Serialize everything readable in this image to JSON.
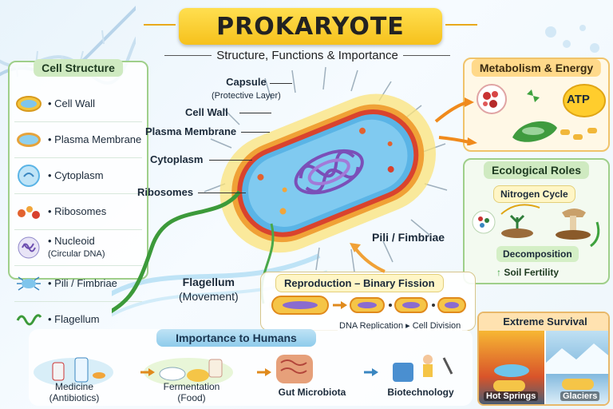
{
  "title": "PROKARYOTE",
  "subtitle": "Structure, Functions & Importance",
  "cell_structure": {
    "heading": "Cell Structure",
    "items": [
      {
        "label": "Cell Wall",
        "sub": ""
      },
      {
        "label": "Plasma Membrane",
        "sub": ""
      },
      {
        "label": "Cytoplasm",
        "sub": ""
      },
      {
        "label": "Ribosomes",
        "sub": ""
      },
      {
        "label": "Nucleoid",
        "sub": "(Circular DNA)"
      },
      {
        "label": "Pili / Fimbriae",
        "sub": ""
      },
      {
        "label": "Flagellum",
        "sub": ""
      }
    ]
  },
  "diagram_labels": {
    "capsule": "Capsule",
    "capsule_sub": "(Protective Layer)",
    "cell_wall": "Cell Wall",
    "plasma_membrane": "Plasma Membrane",
    "cytoplasm": "Cytoplasm",
    "ribosomes": "Ribosomes",
    "pili": "Pili / Fimbriae",
    "flagellum": "Flagellum",
    "flagellum_sub": "(Movement)"
  },
  "metabolism": {
    "heading": "Metabolism & Energy",
    "atp": "ATP"
  },
  "ecological": {
    "heading": "Ecological Roles",
    "nitrogen": "Nitrogen Cycle",
    "decomposition": "Decomposition",
    "soil": "Soil Fertility"
  },
  "reproduction": {
    "heading": "Reproduction – Binary Fission",
    "dna": "DNA Replication",
    "division": "Cell Division"
  },
  "extreme": {
    "heading": "Extreme Survival",
    "hot": "Hot Springs",
    "glaciers": "Glaciers"
  },
  "importance": {
    "heading": "Importance to Humans",
    "items": [
      {
        "label": "Medicine",
        "sub": "(Antibiotics)"
      },
      {
        "label": "Fermentation",
        "sub": "(Food)"
      },
      {
        "label": "Gut Microbiota",
        "sub": ""
      },
      {
        "label": "Biotechnology",
        "sub": ""
      }
    ]
  },
  "colors": {
    "title": "#f6c11c",
    "panel_border": "#9fcf8a",
    "cell_fluid": "#5ab4e6",
    "nucleoid": "#7b4fb8"
  }
}
